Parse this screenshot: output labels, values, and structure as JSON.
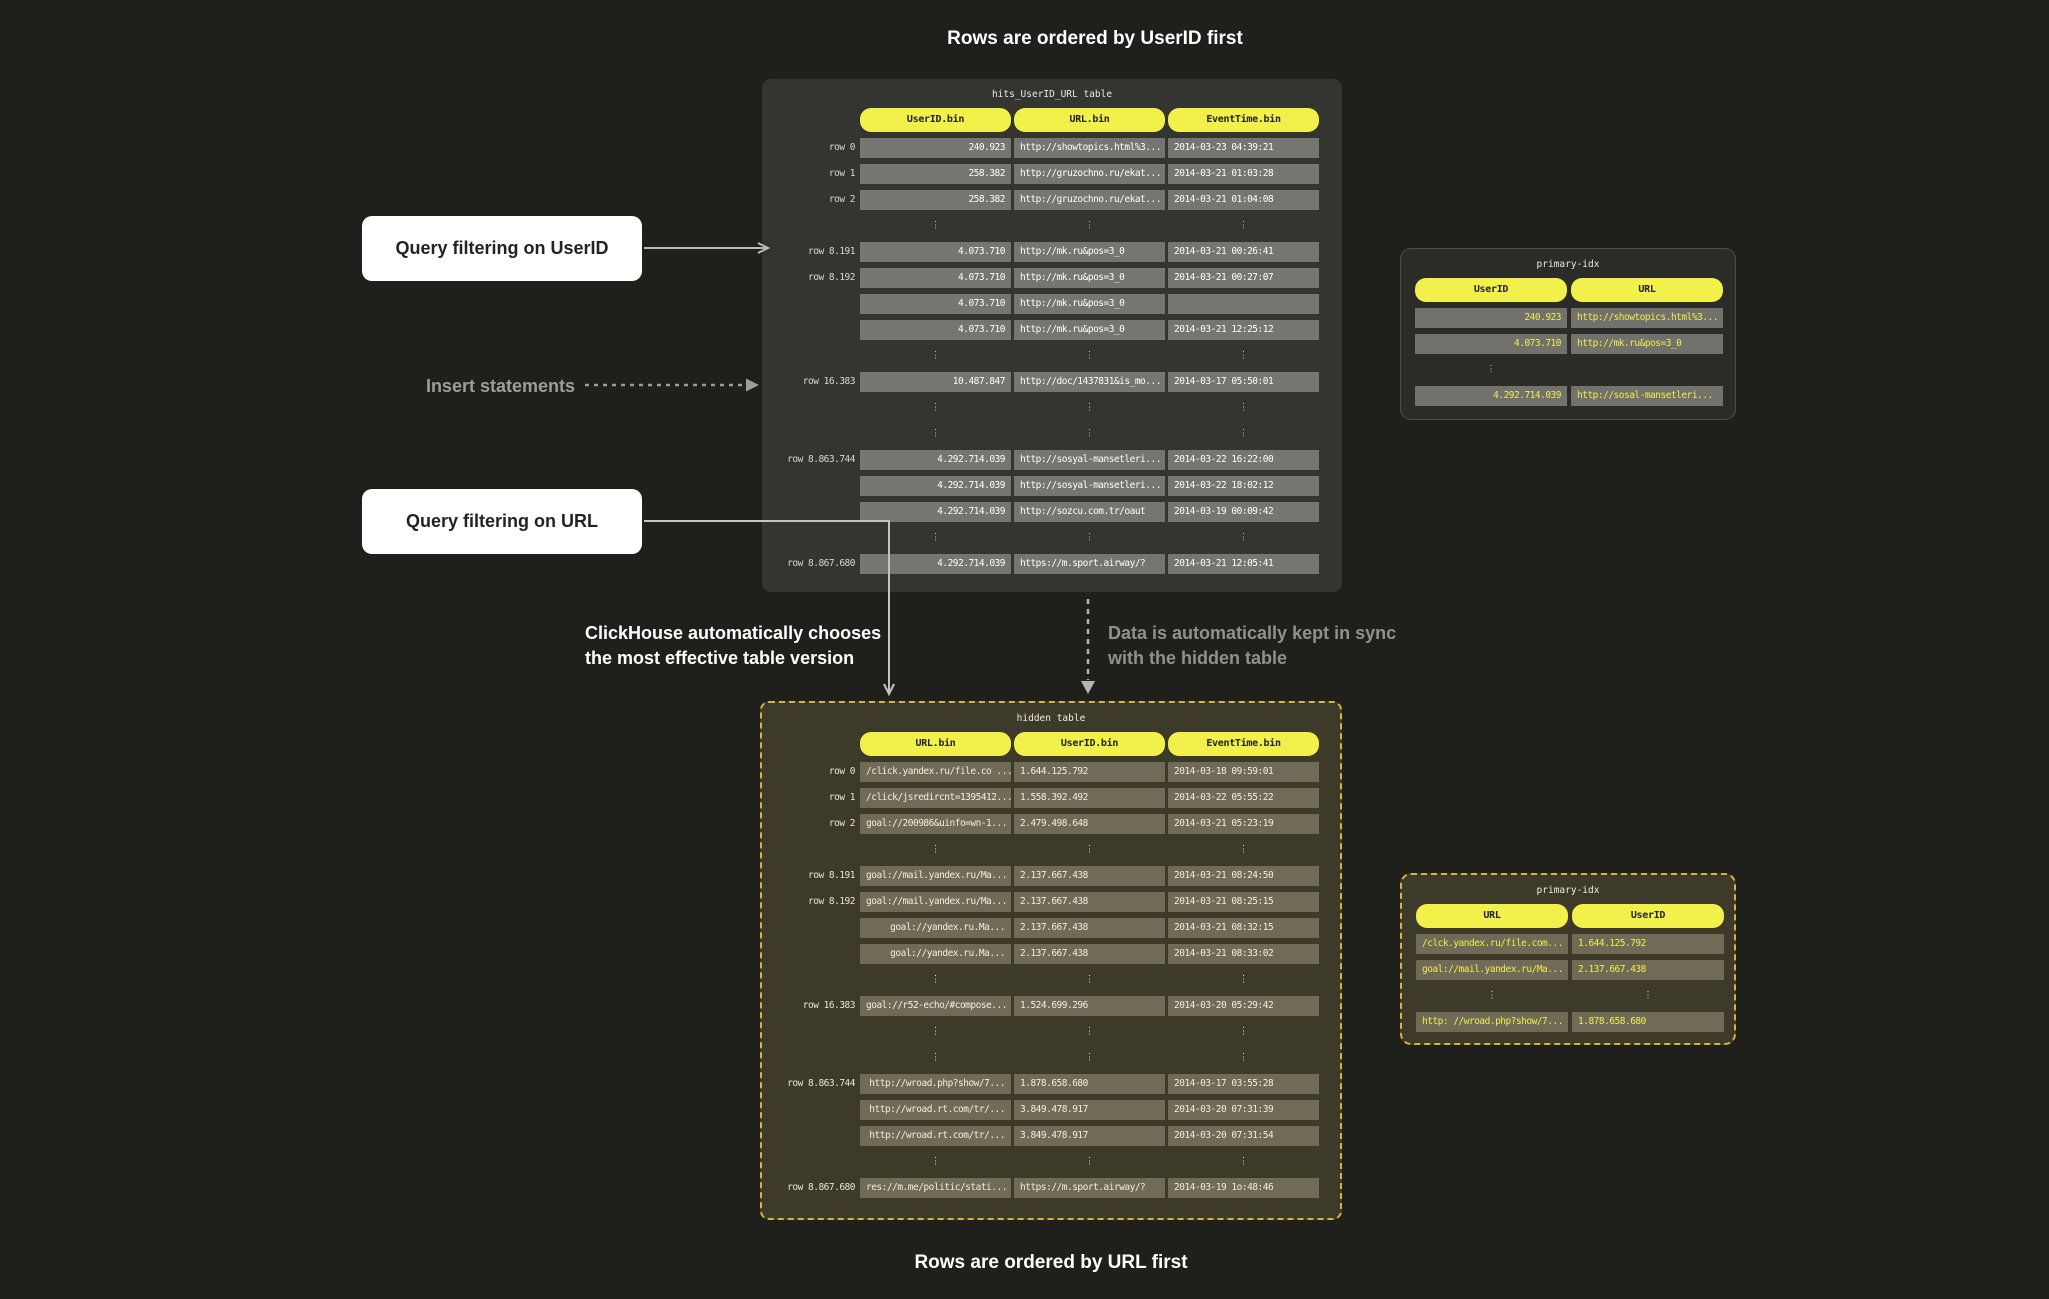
{
  "captions": {
    "top": "Rows are ordered by UserID first",
    "bottom": "Rows are ordered by URL first"
  },
  "annotations": {
    "query_userid": "Query filtering on UserID",
    "insert_statements": "Insert statements",
    "query_url": "Query filtering on URL",
    "auto_choose": {
      "line1": "ClickHouse automatically chooses",
      "line2": "the most effective table version"
    },
    "auto_sync": {
      "line1": "Data is automatically kept in sync",
      "line2": "with the hidden table"
    }
  },
  "colors": {
    "page_bg": "#1f1f1c",
    "accent_yellow": "#f2f04a",
    "hidden_border_yellow": "#d9b43c",
    "main_panel_bg": "#343431",
    "hidden_panel_bg": "#3d3a29",
    "main_cell_bg": "#767570",
    "hidden_cell_bg": "#6f6b57",
    "idx_cell_bg": "#72716b",
    "idx_value_yellow": "#f2ef4e",
    "note_bg": "#ffffff",
    "arrow_grey": "#b9b9b6"
  },
  "tables": {
    "main": {
      "title": "hits_UserID_URL table",
      "columns": [
        "UserID.bin",
        "URL.bin",
        "EventTime.bin"
      ],
      "align": [
        "right",
        "left",
        "left"
      ],
      "has_labels": true,
      "rows": [
        {
          "label": "row 0",
          "cells": [
            "240.923",
            "http://showtopics.html%3...",
            "2014-03-23 04:39:21"
          ]
        },
        {
          "label": "row 1",
          "cells": [
            "258.382",
            "http://gruzochno.ru/ekat...",
            "2014-03-21 01:03:28"
          ]
        },
        {
          "label": "row 2",
          "cells": [
            "258.382",
            "http://gruzochno.ru/ekat...",
            "2014-03-21 01:04:08"
          ]
        },
        {
          "ellipsis": true,
          "dot_cols": [
            0,
            1,
            2
          ]
        },
        {
          "label": "row 8.191",
          "cells": [
            "4.073.710",
            "http://mk.ru&pos=3_0",
            "2014-03-21 00:26:41"
          ]
        },
        {
          "label": "row 8.192",
          "cells": [
            "4.073.710",
            "http://mk.ru&pos=3_0",
            "2014-03-21 00:27:07"
          ]
        },
        {
          "label": "",
          "cells": [
            "4.073.710",
            "http://mk.ru&pos=3_0",
            ""
          ]
        },
        {
          "label": "",
          "cells": [
            "4.073.710",
            "http://mk.ru&pos=3_0",
            "2014-03-21 12:25:12"
          ]
        },
        {
          "ellipsis": true,
          "dot_cols": [
            0,
            1,
            2
          ]
        },
        {
          "label": "row 16.383",
          "cells": [
            "10.487.847",
            "http://doc/1437831&is_mo...",
            "2014-03-17 05:50:01"
          ]
        },
        {
          "ellipsis": true,
          "dot_cols": [
            0,
            1,
            2
          ]
        },
        {
          "ellipsis": true,
          "dot_cols": [
            0,
            1,
            2
          ]
        },
        {
          "label": "row 8.863.744",
          "cells": [
            "4.292.714.039",
            "http://sosyal-mansetleri...",
            "2014-03-22 16:22:00"
          ]
        },
        {
          "label": "",
          "cells": [
            "4.292.714.039",
            "http://sosyal-mansetleri...",
            "2014-03-22 18:02:12"
          ]
        },
        {
          "label": "",
          "cells": [
            "4.292.714.039",
            "http://sozcu.com.tr/oaut",
            "2014-03-19 00:09:42"
          ]
        },
        {
          "ellipsis": true,
          "dot_cols": [
            0,
            1,
            2
          ]
        },
        {
          "label": "row 8.867.680",
          "cells": [
            "4.292.714.039",
            "https://m.sport.airway/?",
            "2014-03-21 12:05:41"
          ]
        }
      ]
    },
    "main_idx": {
      "title": "primary-idx",
      "columns": [
        "UserID",
        "URL"
      ],
      "align": [
        "right",
        "left"
      ],
      "has_labels": false,
      "rows": [
        {
          "cells": [
            "240.923",
            "http://showtopics.html%3..."
          ]
        },
        {
          "cells": [
            "4.073.710",
            "http://mk.ru&pos=3_0"
          ]
        },
        {
          "ellipsis": true,
          "dot_cols": [
            0
          ]
        },
        {
          "cells": [
            "4.292.714.039",
            "http://sosal-mansetleri..."
          ]
        }
      ]
    },
    "hidden": {
      "title": "hidden table",
      "columns": [
        "URL.bin",
        "UserID.bin",
        "EventTime.bin"
      ],
      "align": [
        "right",
        "left",
        "left"
      ],
      "has_labels": true,
      "rows": [
        {
          "label": "row 0",
          "cells": [
            "/click.yandex.ru/file.co ...",
            "1.644.125.792",
            "2014-03-18 09:59:01"
          ]
        },
        {
          "label": "row 1",
          "cells": [
            "/click/jsredircnt=1395412...",
            "1.558.392.492",
            "2014-03-22 05:55:22"
          ]
        },
        {
          "label": "row 2",
          "cells": [
            "goal://200986&uinfo=wn-1...",
            "2.479.498.648",
            "2014-03-21 05:23:19"
          ]
        },
        {
          "ellipsis": true,
          "dot_cols": [
            0,
            1,
            2
          ]
        },
        {
          "label": "row 8.191",
          "cells": [
            "goal://mail.yandex.ru/Ma...",
            "2.137.667.438",
            "2014-03-21 08:24:50"
          ]
        },
        {
          "label": "row 8.192",
          "cells": [
            "goal://mail.yandex.ru/Ma...",
            "2.137.667.438",
            "2014-03-21 08:25:15"
          ]
        },
        {
          "label": "",
          "cells": [
            "goal://yandex.ru.Ma...",
            "2.137.667.438",
            "2014-03-21 08:32:15"
          ]
        },
        {
          "label": "",
          "cells": [
            "goal://yandex.ru.Ma...",
            "2.137.667.438",
            "2014-03-21 08:33:02"
          ]
        },
        {
          "ellipsis": true,
          "dot_cols": [
            0,
            1,
            2
          ]
        },
        {
          "label": "row 16.383",
          "cells": [
            "goal://r52-echo/#compose...",
            "1.524.699.296",
            "2014-03-20 05:29:42"
          ]
        },
        {
          "ellipsis": true,
          "dot_cols": [
            0,
            1,
            2
          ]
        },
        {
          "ellipsis": true,
          "dot_cols": [
            0,
            1,
            2
          ]
        },
        {
          "label": "row 8.863.744",
          "cells": [
            "http://wroad.php?show/7...",
            "1.878.658.680",
            "2014-03-17 03:55:28"
          ]
        },
        {
          "label": "",
          "cells": [
            "http://wroad.rt.com/tr/...",
            "3.849.478.917",
            "2014-03-20 07:31:39"
          ]
        },
        {
          "label": "",
          "cells": [
            "http://wroad.rt.com/tr/...",
            "3.849.478.917",
            "2014-03-20 07:31:54"
          ]
        },
        {
          "ellipsis": true,
          "dot_cols": [
            0,
            1,
            2
          ]
        },
        {
          "label": "row 8.867.680",
          "cells": [
            "res://m.me/politic/stati...",
            "https://m.sport.airway/?",
            "2014-03-19 1o:48:46"
          ]
        }
      ]
    },
    "hidden_idx": {
      "title": "primary-idx",
      "columns": [
        "URL",
        "UserID"
      ],
      "align": [
        "left",
        "left"
      ],
      "has_labels": false,
      "rows": [
        {
          "cells": [
            "/clck.yandex.ru/file.com...",
            "1.644.125.792"
          ]
        },
        {
          "cells": [
            "goal://mail.yandex.ru/Ma...",
            "2.137.667.438"
          ]
        },
        {
          "ellipsis": true,
          "dot_cols": [
            0,
            1
          ]
        },
        {
          "cells": [
            "http: //wroad.php?show/7...",
            "1.878.658.680"
          ]
        }
      ]
    }
  }
}
